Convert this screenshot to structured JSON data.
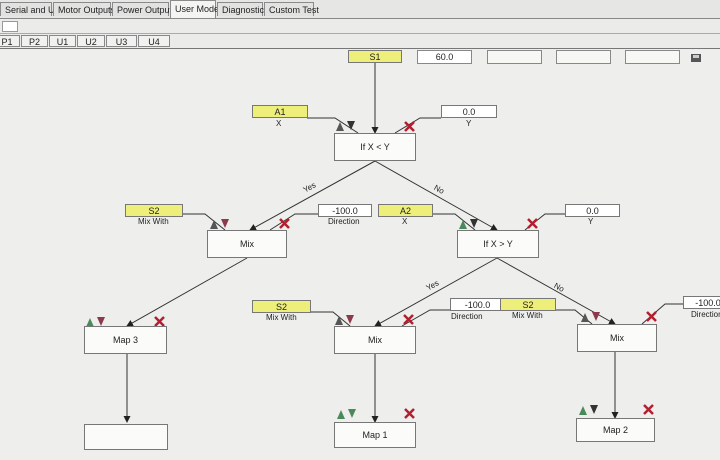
{
  "tabs": [
    {
      "label": "Serial and USB"
    },
    {
      "label": "Motor Outputs"
    },
    {
      "label": "Power Outputs"
    },
    {
      "label": "User Mode"
    },
    {
      "label": "Diagnostics"
    },
    {
      "label": "Custom Test"
    }
  ],
  "active_tab": "User Mode",
  "subtabs": [
    {
      "label": "P1"
    },
    {
      "label": "P2"
    },
    {
      "label": "U1"
    },
    {
      "label": "U2"
    },
    {
      "label": "U3"
    },
    {
      "label": "U4"
    }
  ],
  "start": {
    "label": "S1",
    "value": "60.0"
  },
  "nodes": {
    "ifxy1": {
      "label": "If X < Y"
    },
    "mix_left": {
      "label": "Mix"
    },
    "ifxy2": {
      "label": "If X > Y"
    },
    "mix_mid": {
      "label": "Mix"
    },
    "mix_right": {
      "label": "Mix"
    },
    "map3": {
      "label": "Map 3"
    },
    "map1": {
      "label": "Map 1"
    },
    "map2": {
      "label": "Map 2"
    }
  },
  "inputs": {
    "a1": {
      "label": "A1",
      "port": "X"
    },
    "y1": {
      "value": "0.0",
      "port": "Y"
    },
    "s2_left": {
      "label": "S2",
      "port": "Mix With"
    },
    "dir_left": {
      "value": "-100.0",
      "port": "Direction"
    },
    "a2": {
      "label": "A2",
      "port": "X"
    },
    "y2": {
      "value": "0.0",
      "port": "Y"
    },
    "s2_mid": {
      "label": "S2",
      "port": "Mix With"
    },
    "dir_mid": {
      "value": "-100.0",
      "port": "Direction"
    },
    "s2_right": {
      "label": "S2",
      "port": "Mix With"
    },
    "dir_right": {
      "value": "-100.0",
      "port": "Direction"
    }
  },
  "edges": {
    "yes1": "Yes",
    "no1": "No",
    "yes2": "Yes",
    "no2": "No"
  },
  "colors": {
    "variable_fill": "#eeee7a",
    "up_arrow": "#4a8a5a",
    "down_arrow": "#8a3a4a",
    "delete_x": "#b02030"
  }
}
